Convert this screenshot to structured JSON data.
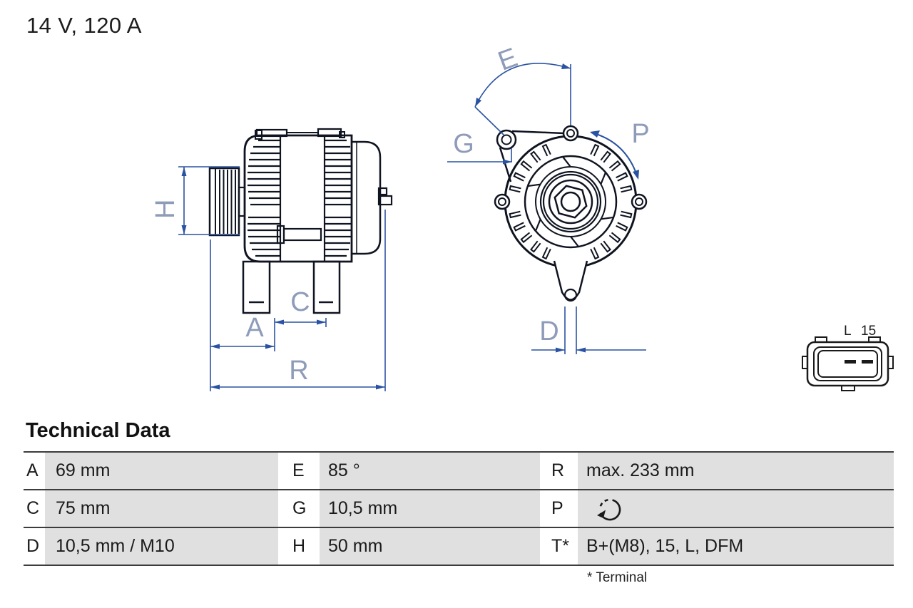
{
  "title": "14 V, 120 A",
  "drawing": {
    "dim_labels": {
      "H": "H",
      "A": "A",
      "C": "C",
      "R": "R",
      "E": "E",
      "G": "G",
      "P": "P",
      "D": "D"
    },
    "colors": {
      "dimension_line": "#2a52a2",
      "dim_label": "#8e9cba",
      "line_art": "#0f1420"
    }
  },
  "connector": {
    "labels": [
      "L",
      "15"
    ]
  },
  "table": {
    "heading": "Technical Data",
    "footnote": "* Terminal",
    "rows": [
      {
        "cells": [
          {
            "key": "A",
            "value": "69 mm"
          },
          {
            "key": "E",
            "value": "85 °"
          },
          {
            "key": "R",
            "value": "max. 233 mm"
          }
        ]
      },
      {
        "cells": [
          {
            "key": "C",
            "value": "75 mm"
          },
          {
            "key": "G",
            "value": "10,5 mm"
          },
          {
            "key": "P",
            "value": "",
            "value_icon": "rotation-direction-icon"
          }
        ]
      },
      {
        "cells": [
          {
            "key": "D",
            "value": "10,5 mm / M10"
          },
          {
            "key": "H",
            "value": "50 mm"
          },
          {
            "key": "T*",
            "value": "B+(M8), 15, L, DFM"
          }
        ]
      }
    ]
  }
}
